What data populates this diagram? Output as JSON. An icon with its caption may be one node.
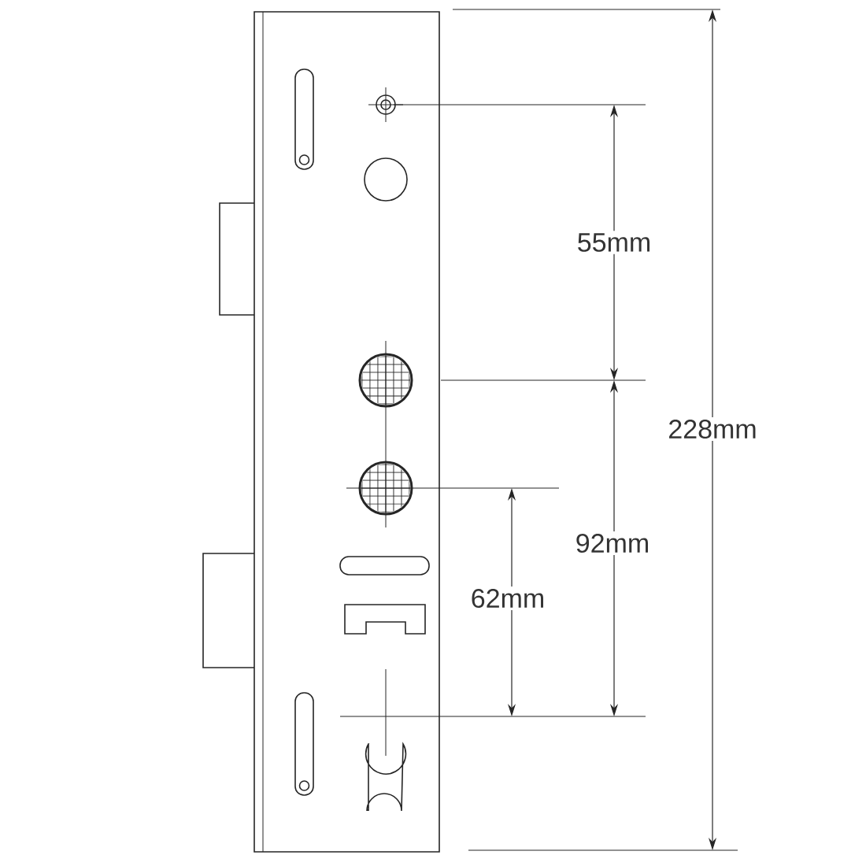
{
  "diagram": {
    "labels": [
      "55mm",
      "228mm",
      "92mm",
      "62mm"
    ]
  }
}
